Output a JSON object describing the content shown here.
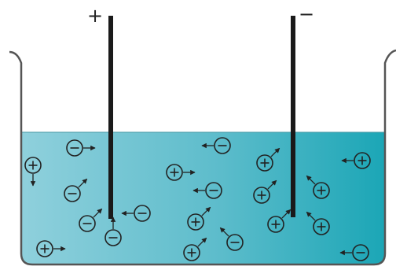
{
  "title": "",
  "electrodes": {
    "anode": {
      "sign": "+"
    },
    "cathode": {
      "sign": "−"
    }
  },
  "colors": {
    "solution_left": "#8fd0dc",
    "solution_right": "#1ba6b6",
    "beaker_outline": "#555555",
    "electrode": "#1a1a1a",
    "ion_stroke": "#222222"
  },
  "ions": [
    {
      "charge": "anion",
      "arrow": "right"
    },
    {
      "charge": "cation",
      "arrow": "down"
    },
    {
      "charge": "anion",
      "arrow": "up-right"
    },
    {
      "charge": "anion",
      "arrow": "up-right"
    },
    {
      "charge": "anion",
      "arrow": "left"
    },
    {
      "charge": "anion",
      "arrow": "up"
    },
    {
      "charge": "cation",
      "arrow": "right"
    },
    {
      "charge": "anion",
      "arrow": "left"
    },
    {
      "charge": "anion",
      "arrow": "left"
    },
    {
      "charge": "cation",
      "arrow": "up-right"
    },
    {
      "charge": "cation",
      "arrow": "up-right"
    },
    {
      "charge": "anion",
      "arrow": "up-left"
    },
    {
      "charge": "cation",
      "arrow": "up-right"
    },
    {
      "charge": "cation",
      "arrow": "up-right"
    },
    {
      "charge": "cation",
      "arrow": "up-left"
    },
    {
      "charge": "cation",
      "arrow": "up-right"
    },
    {
      "charge": "cation",
      "arrow": "up-left"
    },
    {
      "charge": "cation",
      "arrow": "left"
    },
    {
      "charge": "anion",
      "arrow": "left"
    },
    {
      "charge": "cation",
      "arrow": "right"
    }
  ]
}
